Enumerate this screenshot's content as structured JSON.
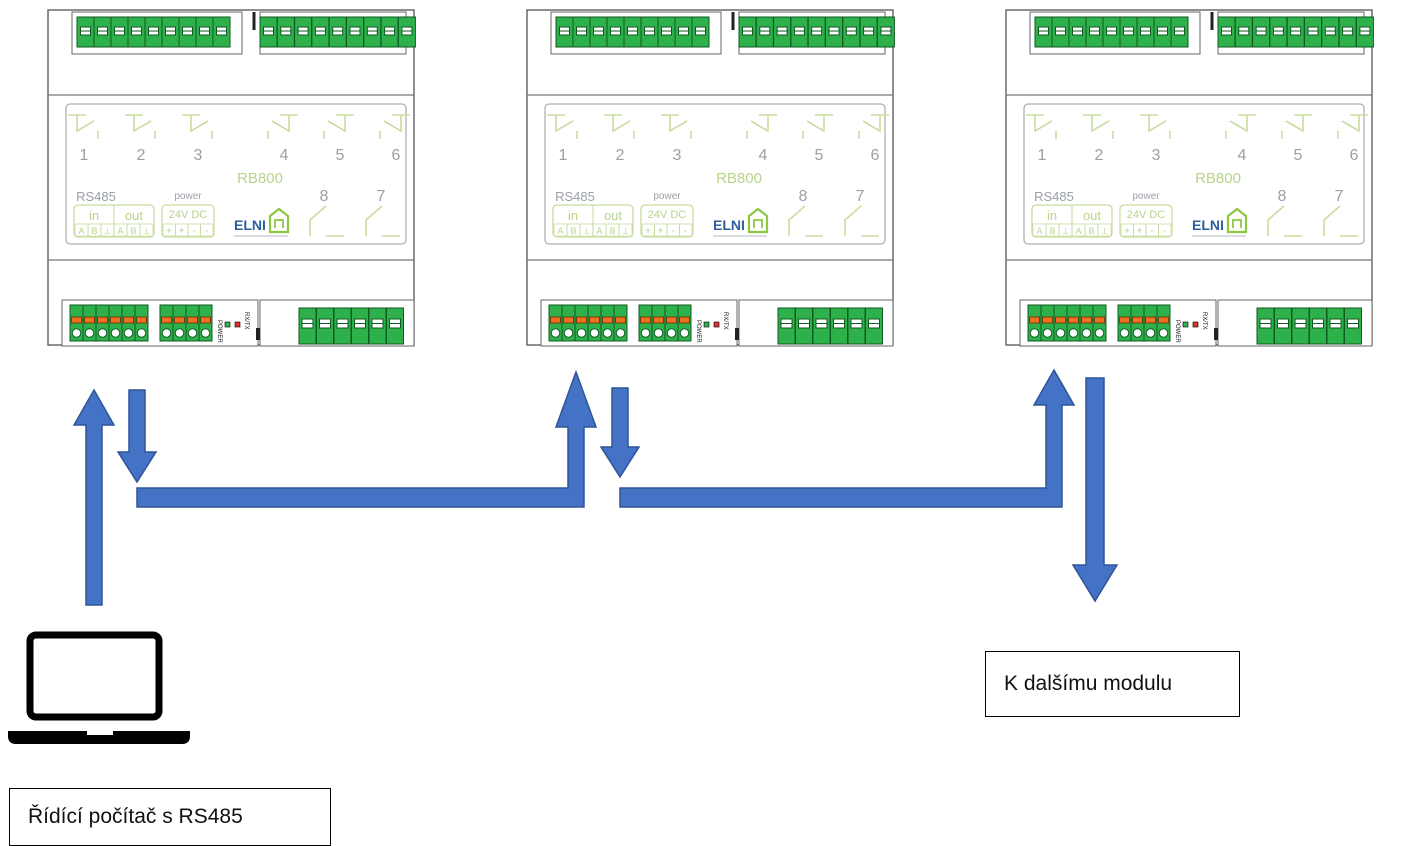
{
  "module": {
    "model": "RB800",
    "brand": "ELNI",
    "relays_top": [
      "1",
      "2",
      "3",
      "4",
      "5",
      "6"
    ],
    "relays_bottom": [
      "8",
      "7"
    ],
    "rs485_label": "RS485",
    "in_label": "in",
    "out_label": "out",
    "power_label": "power",
    "voltage_label": "24V DC",
    "rs485_pins": [
      "A",
      "B",
      "⊥",
      "A",
      "B",
      "⊥"
    ],
    "power_pins": [
      "+",
      "+",
      "-",
      "-"
    ],
    "led_power": "POWER",
    "led_rxtx": "RX/TX"
  },
  "labels": {
    "controller": "Řídící počítač s RS485",
    "next_module": "K dalšímu modulu"
  },
  "colors": {
    "arrow_fill": "#4472C4",
    "arrow_stroke": "#2F5597",
    "terminal_green": "#2EB14B",
    "terminal_orange": "#F07020",
    "label_text": "#B8D48A",
    "brand_green": "#8DC63F",
    "brand_blue": "#2E5E9E"
  }
}
